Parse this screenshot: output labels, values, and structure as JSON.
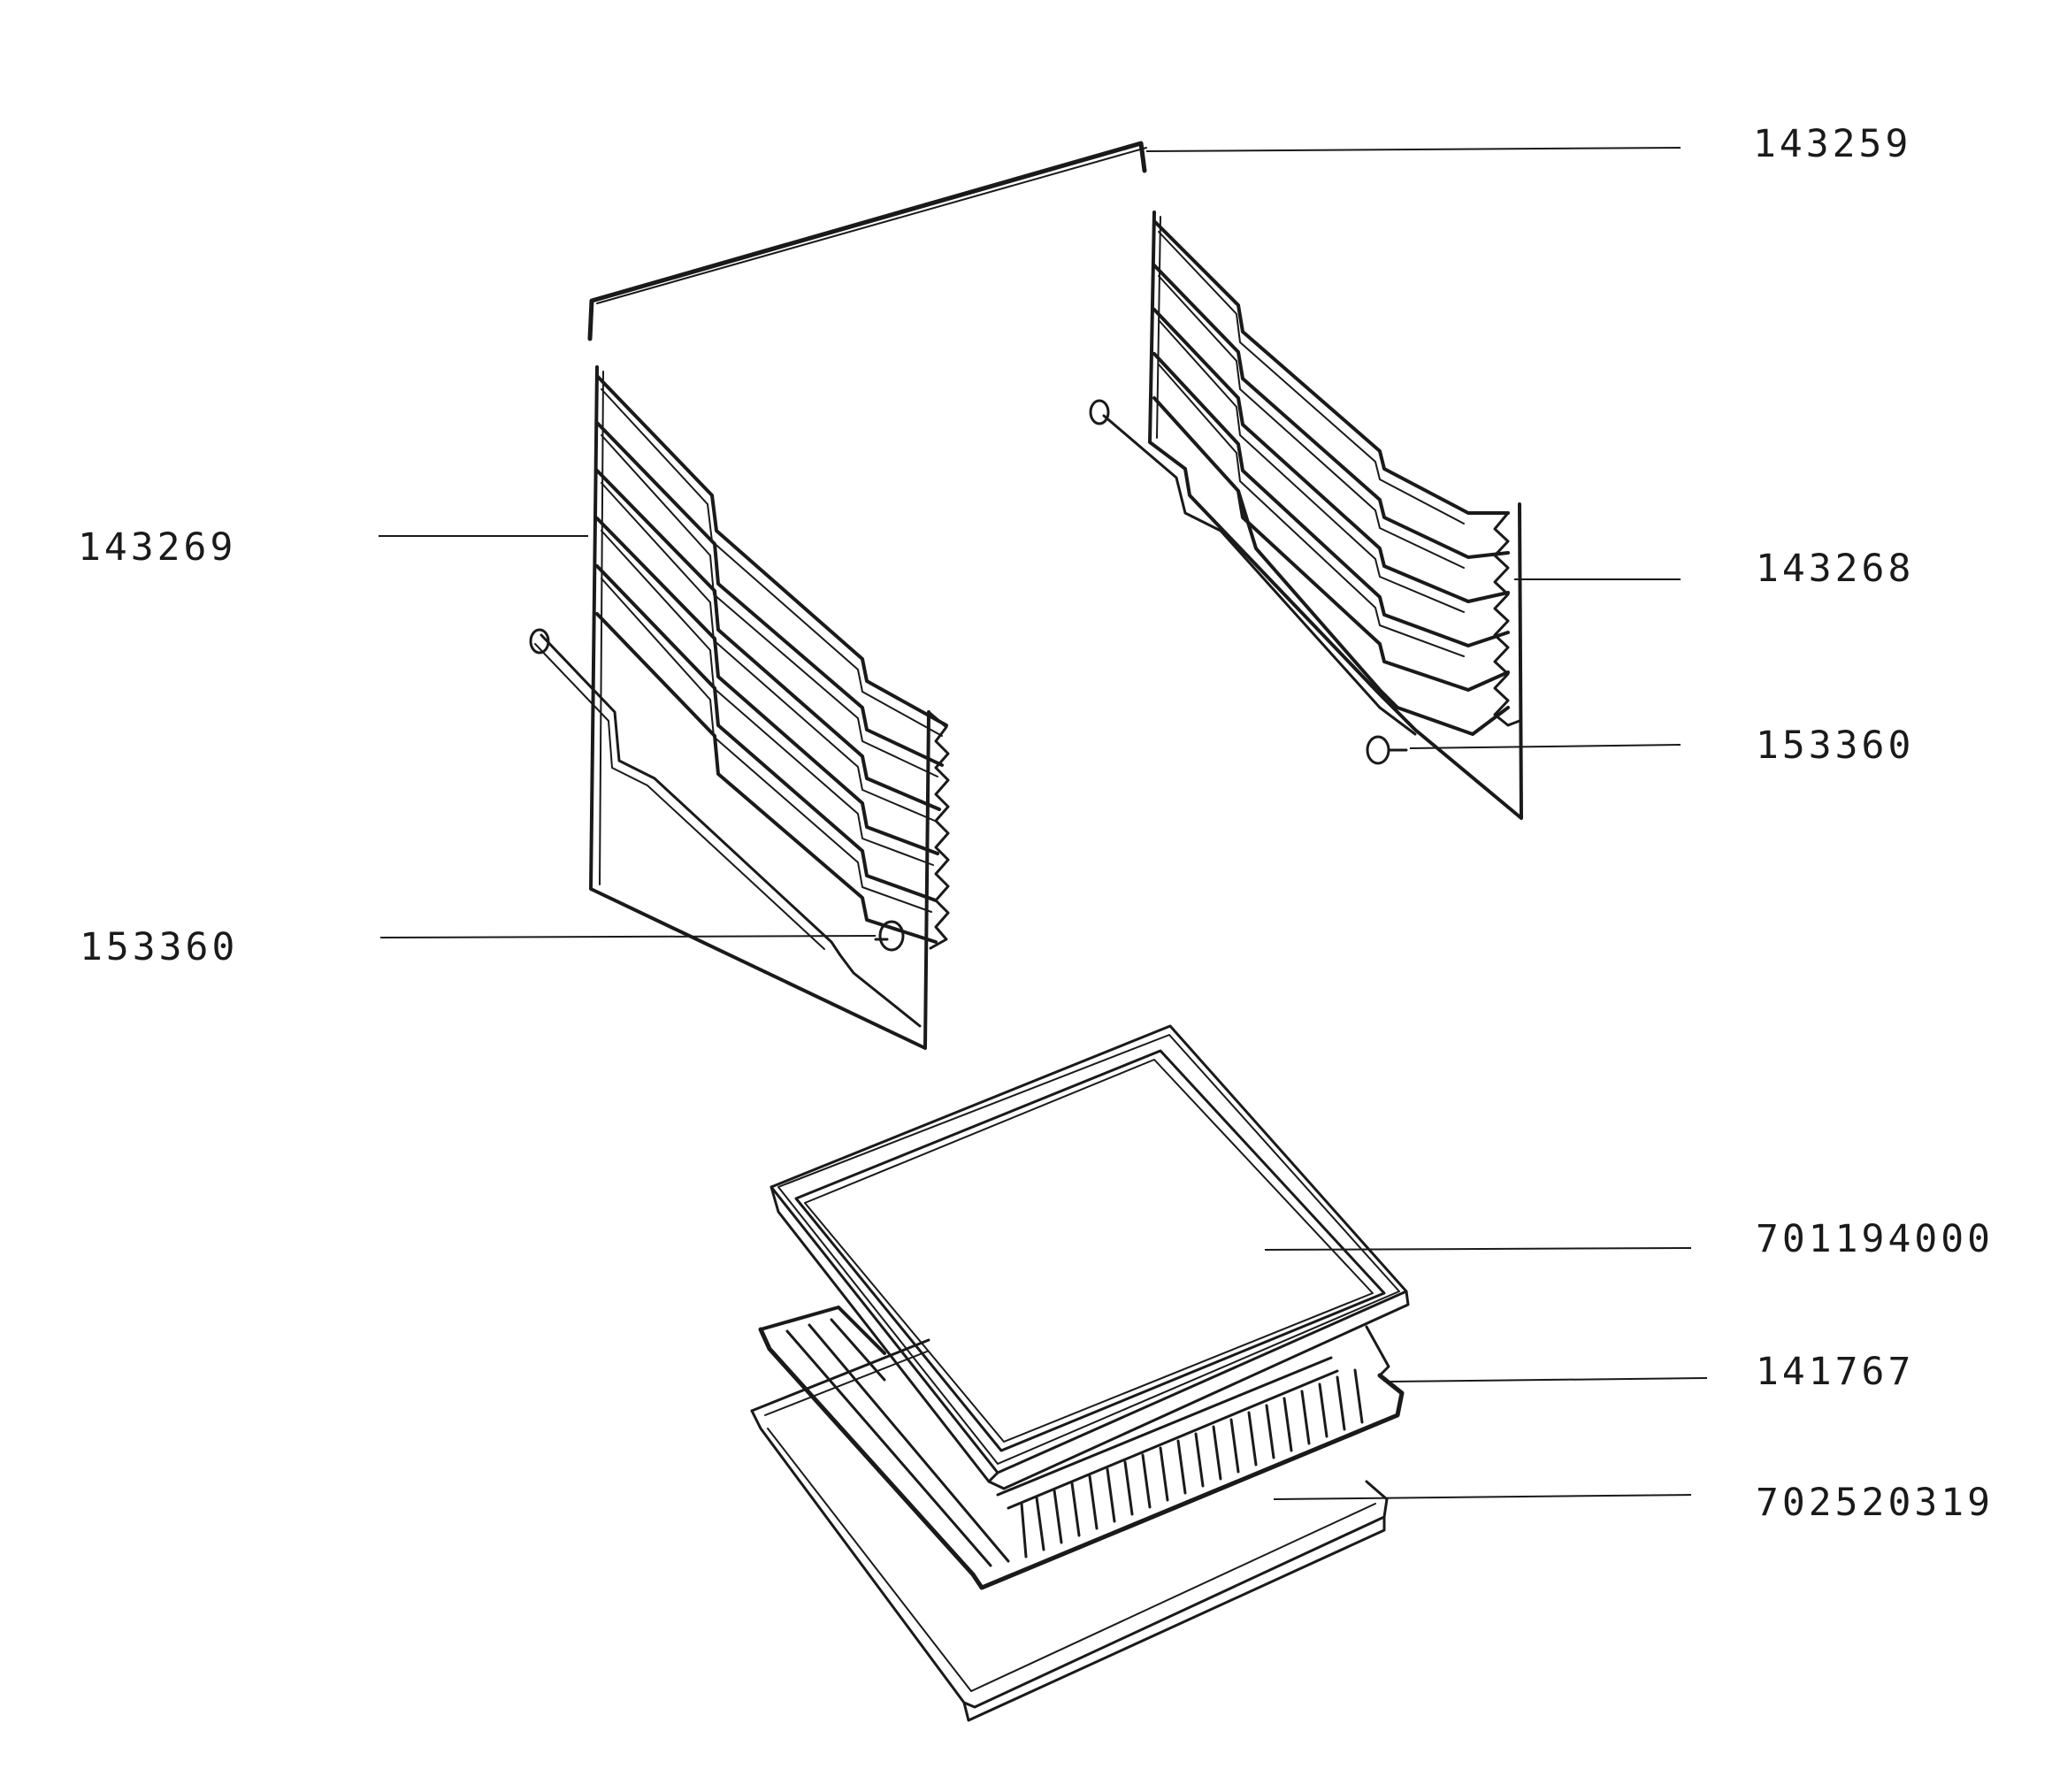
{
  "parts": [
    {
      "id": "top-bar",
      "number": "143259"
    },
    {
      "id": "left-rack",
      "number": "143269"
    },
    {
      "id": "right-rack",
      "number": "143268"
    },
    {
      "id": "right-rack-pin",
      "number": "153360"
    },
    {
      "id": "left-rack-pin",
      "number": "153360"
    },
    {
      "id": "enamel-tray",
      "number": "701194000"
    },
    {
      "id": "wire-shelf",
      "number": "141767"
    },
    {
      "id": "drip-pan",
      "number": "702520319"
    }
  ],
  "colors": {
    "line": "#1a1a1a",
    "background": "#ffffff"
  }
}
